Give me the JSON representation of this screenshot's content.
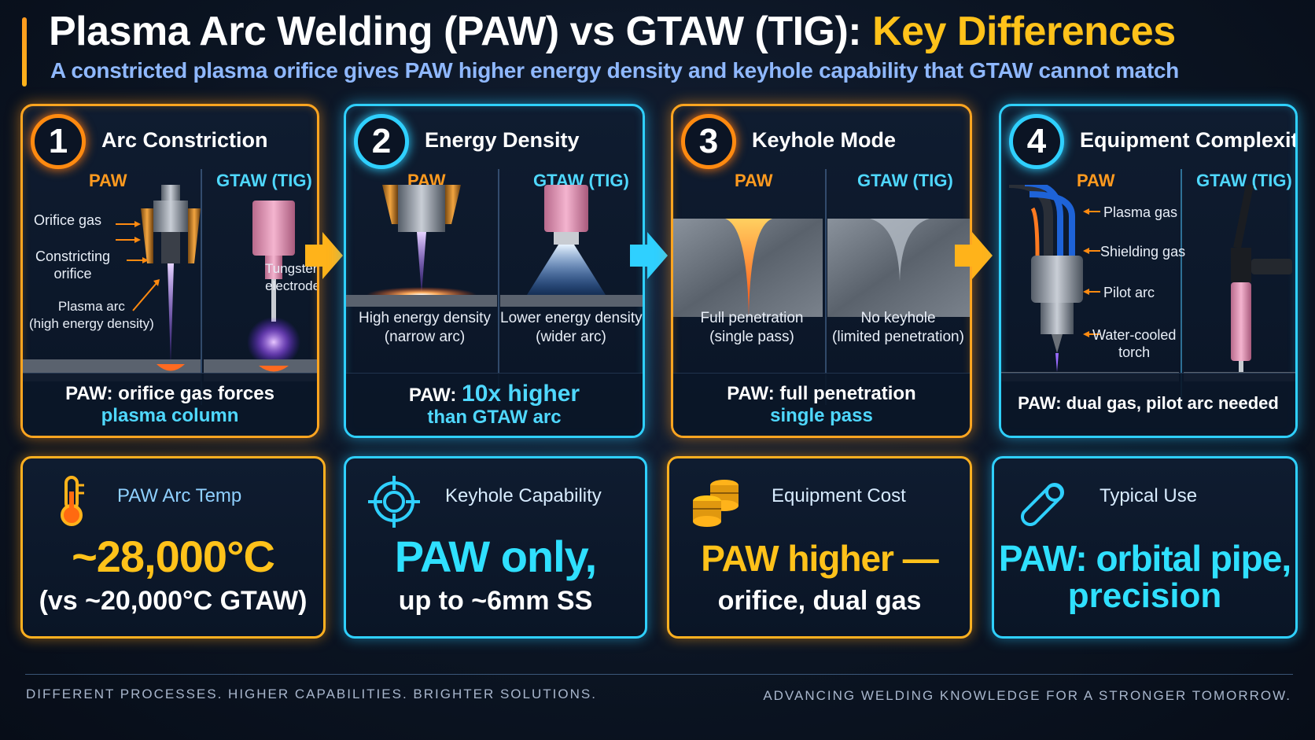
{
  "header": {
    "title_main": "Plasma Arc Welding (PAW) vs GTAW (TIG): ",
    "title_highlight": "Key Differences",
    "subtitle": "A constricted plasma orifice gives PAW higher energy density and keyhole capability that GTAW cannot match"
  },
  "cards": [
    {
      "number": "1",
      "title": "Arc Constriction",
      "paw_label": "PAW",
      "gtaw_label": "GTAW (TIG)",
      "labels": [
        "Orifice gas",
        "Constricting\norifice",
        "Plasma arc\n(high energy density)",
        "Tungsten\nelectrode"
      ],
      "footer_line1": "PAW: orifice gas forces",
      "footer_line2": "plasma column"
    },
    {
      "number": "2",
      "title": "Energy Density",
      "paw_label": "PAW",
      "gtaw_label": "GTAW (TIG)",
      "paw_caption_1": "High energy density",
      "paw_caption_2": "(narrow arc)",
      "gtaw_caption_1": "Lower energy density",
      "gtaw_caption_2": "(wider arc)",
      "footer_prefix": "PAW: ",
      "footer_highlight": "10x higher",
      "footer_line2": "than GTAW arc"
    },
    {
      "number": "3",
      "title": "Keyhole Mode",
      "paw_label": "PAW",
      "gtaw_label": "GTAW (TIG)",
      "paw_caption_1": "Full penetration",
      "paw_caption_2": "(single pass)",
      "gtaw_caption_1": "No keyhole",
      "gtaw_caption_2": "(limited penetration)",
      "footer_line1": "PAW: full penetration",
      "footer_line2": "single pass"
    },
    {
      "number": "4",
      "title": "Equipment Complexity",
      "paw_label": "PAW",
      "gtaw_label": "GTAW (TIG)",
      "labels": [
        "Plasma gas",
        "Shielding gas",
        "Pilot arc",
        "Water-cooled\ntorch"
      ],
      "footer_line1": "PAW: dual gas, pilot arc needed"
    }
  ],
  "stats": [
    {
      "icon": "thermometer-icon",
      "label": "PAW Arc Temp",
      "main": "~28,000°C",
      "sub": "(vs ~20,000°C GTAW)"
    },
    {
      "icon": "crosshair-icon",
      "label": "Keyhole Capability",
      "main": "PAW only,",
      "sub": "up to ~6mm SS"
    },
    {
      "icon": "coins-icon",
      "label": "Equipment Cost",
      "main": "PAW higher —",
      "sub": "orifice, dual gas"
    },
    {
      "icon": "pipe-icon",
      "label": "Typical Use",
      "main": "PAW: orbital pipe,",
      "sub": "precision"
    }
  ],
  "footer": {
    "left": "DIFFERENT PROCESSES.   HIGHER CAPABILITIES.   BRIGHTER SOLUTIONS.",
    "right": "ADVANCING WELDING KNOWLEDGE FOR A STRONGER TOMORROW."
  },
  "colors": {
    "orange": "#ffa520",
    "cyan": "#2fd0ff",
    "yellow": "#ffc21a",
    "background": "#0b1422"
  }
}
